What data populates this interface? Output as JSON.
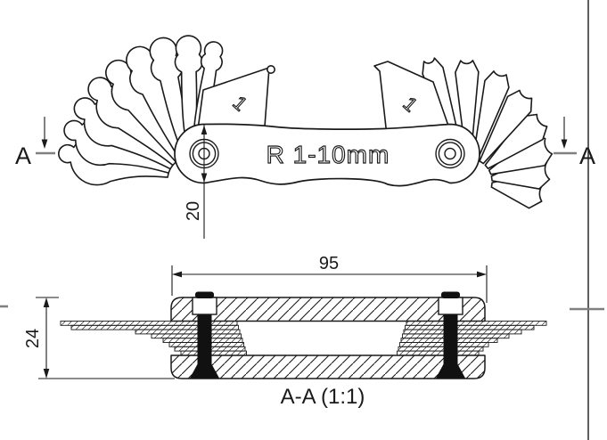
{
  "drawing": {
    "top_view": {
      "body_label": "R 1-10mm",
      "blade_mark_left": "1",
      "blade_mark_right": "1",
      "dim_body_width": "20",
      "section_label_left": "A",
      "section_label_right": "A"
    },
    "section_view": {
      "dim_length": "95",
      "dim_height": "24",
      "caption": "A-A (1:1)"
    },
    "colors": {
      "line": "#1a1a1a",
      "tick_mark": "#808080",
      "background": "#ffffff"
    }
  }
}
